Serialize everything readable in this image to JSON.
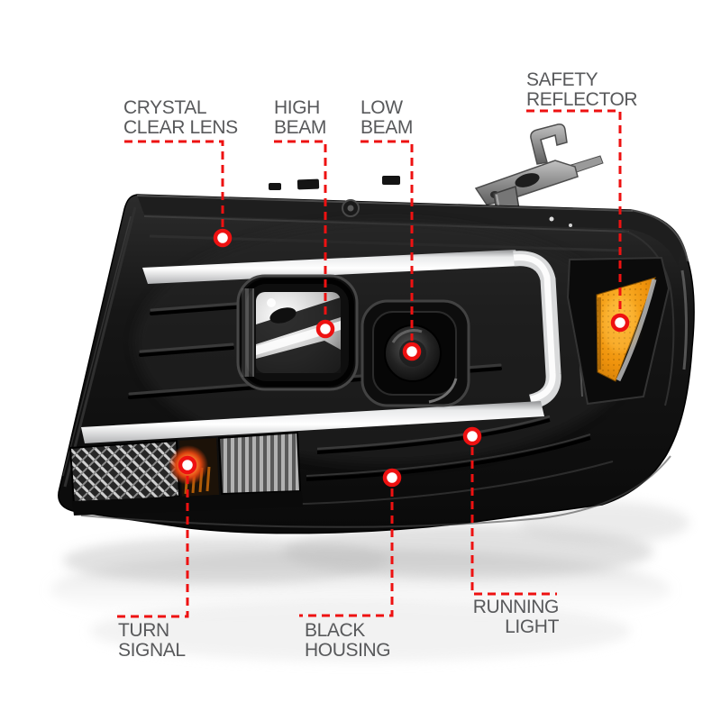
{
  "diagram": {
    "subject": "black-housing projector headlight assembly with light bar",
    "view": "front three-quarter product photo with feature callouts"
  },
  "callouts": {
    "crystal_clear_lens": {
      "label": "CRYSTAL\nCLEAR LENS"
    },
    "high_beam": {
      "label": "HIGH\nBEAM"
    },
    "low_beam": {
      "label": "LOW\nBEAM"
    },
    "safety_reflector": {
      "label": "SAFETY\nREFLECTOR"
    },
    "turn_signal": {
      "label": "TURN\nSIGNAL"
    },
    "black_housing": {
      "label": "BLACK\nHOUSING"
    },
    "running_light": {
      "label": "RUNNING\nLIGHT"
    }
  },
  "colors": {
    "accent_red": "#ee1111",
    "label_gray": "#58595b",
    "amber": "#f0930e",
    "housing_black": "#101010",
    "bg": "#ffffff"
  }
}
